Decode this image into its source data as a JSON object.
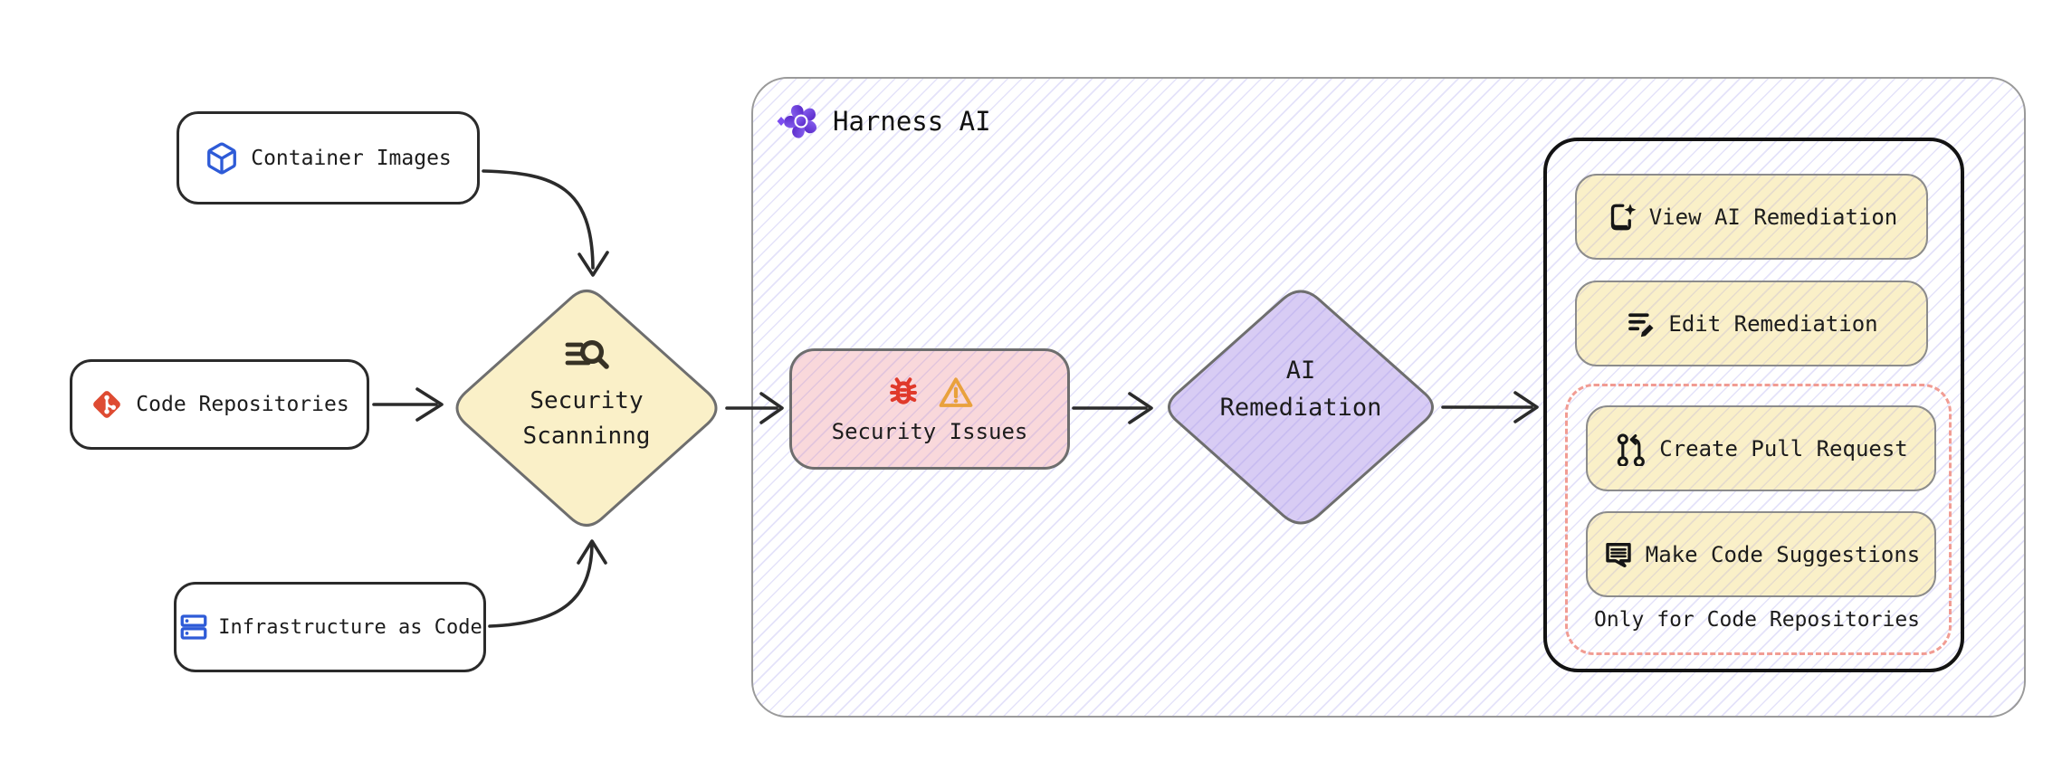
{
  "diagram": {
    "sources": [
      {
        "label": "Container Images",
        "icon": "cube-icon"
      },
      {
        "label": "Code Repositories",
        "icon": "git-icon"
      },
      {
        "label": "Infrastructure as Code",
        "icon": "server-stack-icon"
      }
    ],
    "scanning": {
      "line1": "Security",
      "line2": "Scanninng",
      "icon": "search-list-icon"
    },
    "harness": {
      "title": "Harness AI",
      "icon": "harness-flower-icon"
    },
    "issues": {
      "label": "Security Issues",
      "icons": [
        "bug-icon",
        "warning-icon"
      ]
    },
    "remediation": {
      "line1": "AI",
      "line2": "Remediation"
    },
    "actions": {
      "view_label": "View AI Remediation",
      "edit_label": "Edit Remediation",
      "repo_only": {
        "pr_label": "Create Pull Request",
        "suggest_label": "Make Code Suggestions",
        "note": "Only for Code Repositories"
      }
    },
    "colors": {
      "node_yellow": "#faf0c8",
      "issue_pink": "#f9d8db",
      "remediation_purple": "#d8ccf4",
      "dashed_red": "#f19c93",
      "brand_purple": "#7c5cf0",
      "icon_blue": "#2e5bd7",
      "git_red": "#de4b32",
      "bug_red": "#e0392b",
      "warning_orange": "#e9a13c",
      "arrow_dark": "#2b2b2b",
      "hatch_lavender": "#d9d6f2"
    }
  }
}
